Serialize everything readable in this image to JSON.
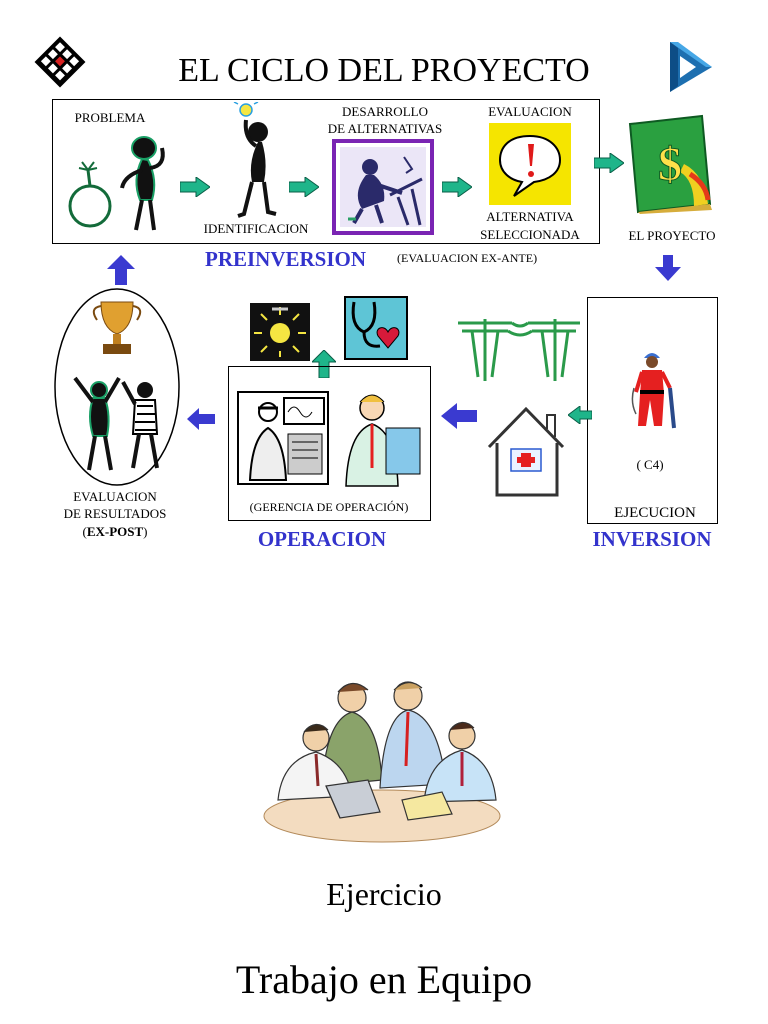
{
  "title": "EL CICLO DEL PROYECTO",
  "preinversion": {
    "problema": "PROBLEMA",
    "identificacion": "IDENTIFICACION",
    "desarrollo_1": "DESARROLLO",
    "desarrollo_2": "DE ALTERNATIVAS",
    "evaluacion": "EVALUACION",
    "alternativa_1": "ALTERNATIVA",
    "alternativa_2": "SELECCIONADA",
    "phase": "PREINVERSION",
    "note": "(EVALUACION EX-ANTE)"
  },
  "proyecto": "EL PROYECTO",
  "inversion": {
    "code": "( C4)",
    "ejecucion": "EJECUCION",
    "phase": "INVERSION"
  },
  "operacion": {
    "gerencia": "(GERENCIA DE OPERACIÓN)",
    "phase": "OPERACION"
  },
  "expost": {
    "line1": "EVALUACION",
    "line2": "DE RESULTADOS",
    "paren_open": "(",
    "bold": "EX-POST",
    "paren_close": ")"
  },
  "footer": {
    "line1": "Ejercicio",
    "line2": "Trabajo en Equipo"
  },
  "colors": {
    "arrow_teal": "#1fb58a",
    "arrow_blue": "#3a3ad0",
    "phase_blue": "#3333cc",
    "frame_purple": "#7a24b3"
  },
  "icons": [
    "diamond-grid-logo",
    "impossible-triangle-logo",
    "bomb-icon",
    "stick-figure",
    "light-bulb-icon",
    "person-at-desk-icon",
    "exclamation-speech-icon",
    "money-book-icon",
    "power-lines-icon",
    "worker-icon",
    "health-house-icon",
    "stethoscope-heart-icon",
    "doctors-icon",
    "trophy-icon",
    "celebrating-figures-icon",
    "team-meeting-illustration"
  ]
}
